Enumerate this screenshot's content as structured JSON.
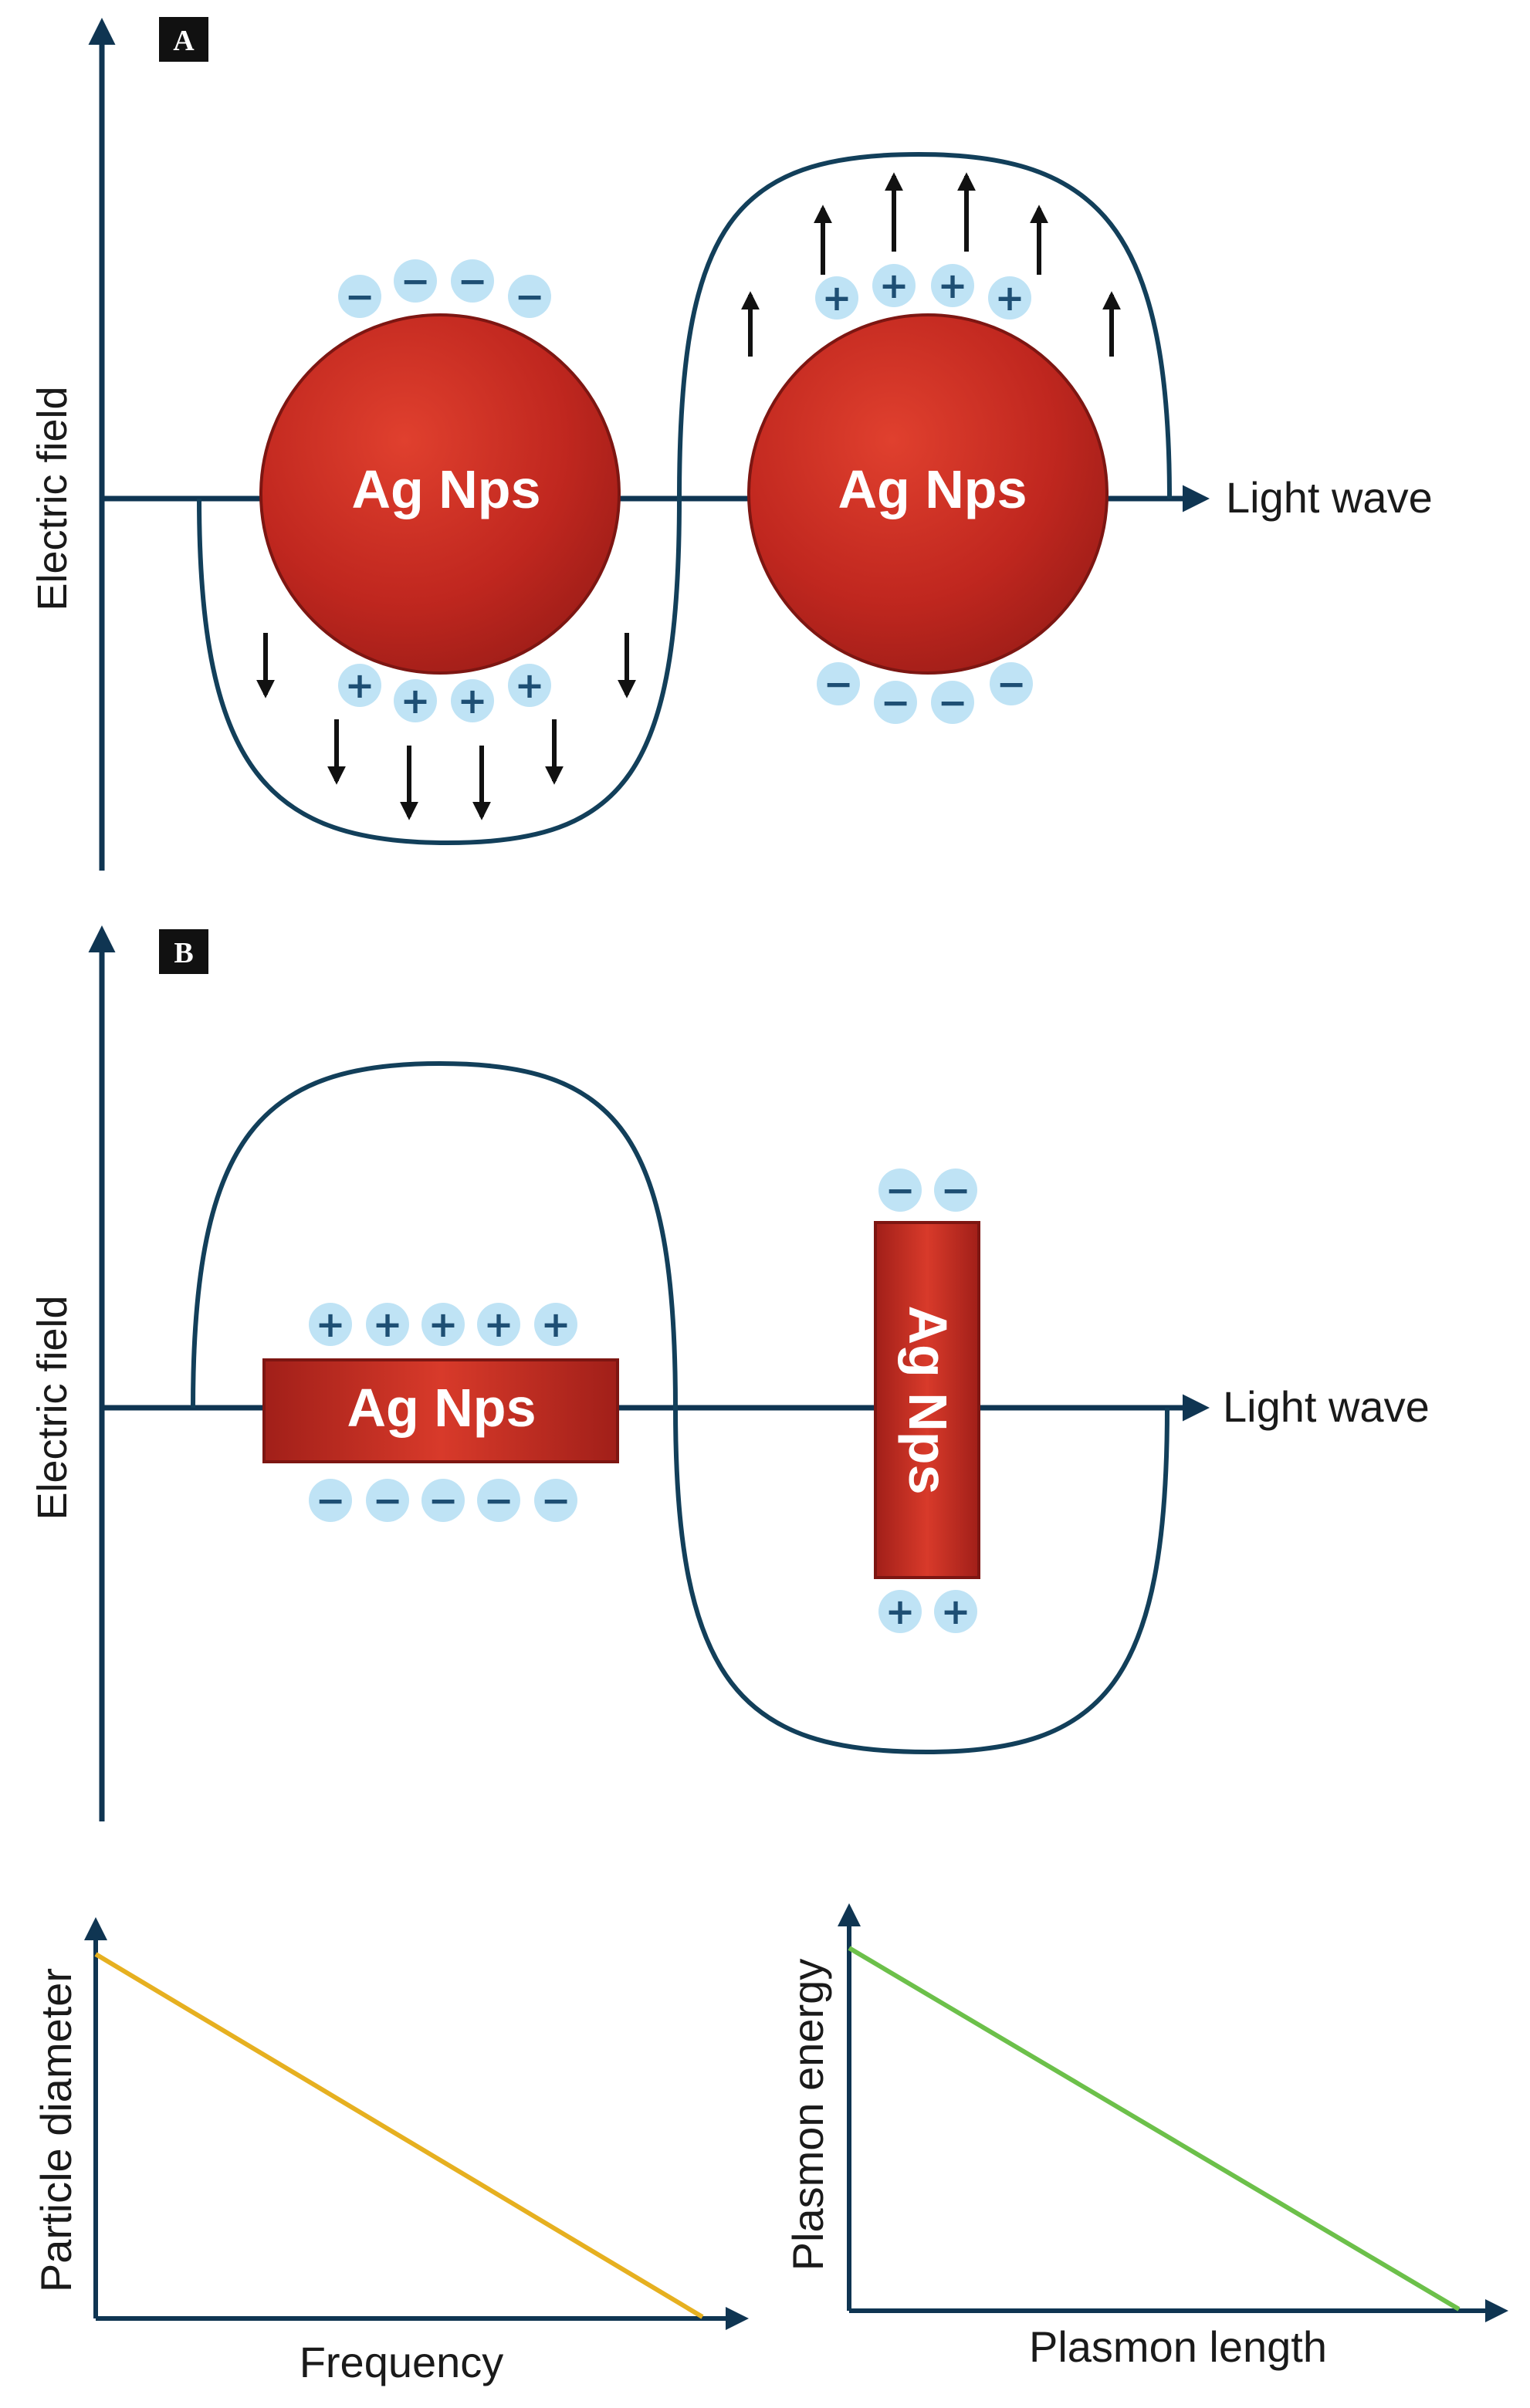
{
  "panel_a": {
    "badge": "A",
    "y_axis_label": "Electric field",
    "x_axis_label": "Light wave",
    "particle_1_label": "Ag Nps",
    "particle_2_label": "Ag Nps"
  },
  "panel_b": {
    "badge": "B",
    "y_axis_label": "Electric field",
    "x_axis_label": "Light wave",
    "rod_horizontal_label": "Ag Nps",
    "rod_vertical_label": "Ag Nps"
  },
  "charges": {
    "plus": "+",
    "minus": "−"
  },
  "colors": {
    "axis": "#0f3552",
    "wave": "#123f5a",
    "particle": "#c0271f",
    "charge_fill": "#bfe3f5",
    "charge_text": "#1e4f74",
    "arrow": "#111111",
    "line_chart_1": "#e6b020",
    "line_chart_2": "#6cc04a"
  },
  "chart_data": [
    {
      "type": "line",
      "title": "",
      "xlabel": "Frequency",
      "ylabel": "Particle diameter",
      "series": [
        {
          "x": [
            0,
            1
          ],
          "values": [
            1,
            0
          ]
        }
      ]
    },
    {
      "type": "line",
      "title": "",
      "xlabel": "Plasmon length",
      "ylabel": "Plasmon energy",
      "series": [
        {
          "x": [
            0,
            1
          ],
          "values": [
            1,
            0
          ]
        }
      ]
    }
  ]
}
